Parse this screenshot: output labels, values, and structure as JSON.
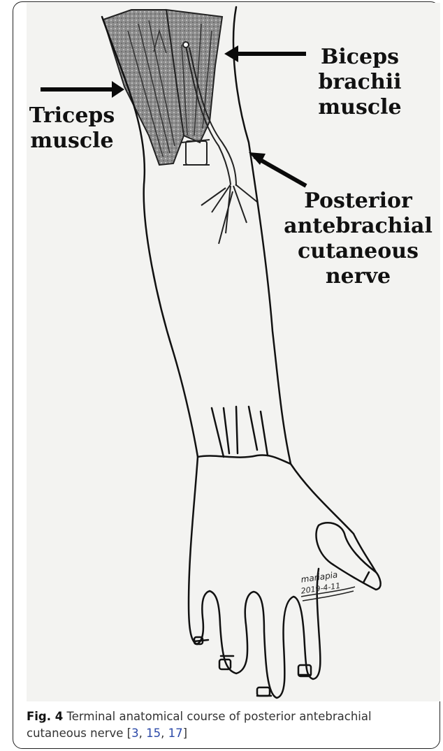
{
  "figure": {
    "labels": {
      "triceps": [
        "Triceps",
        "muscle"
      ],
      "biceps": [
        "Biceps",
        "brachii",
        "muscle"
      ],
      "nerve": [
        "Posterior",
        "antebrachial",
        "cutaneous",
        "nerve"
      ]
    },
    "signature": {
      "name": "mariapia",
      "date": "2019-4-11"
    }
  },
  "caption": {
    "fig_num": "Fig. 4",
    "text": "Terminal anatomical course of posterior antebrachial cutaneous nerve [",
    "refs": [
      "3",
      "15",
      "17"
    ],
    "close": "]"
  }
}
